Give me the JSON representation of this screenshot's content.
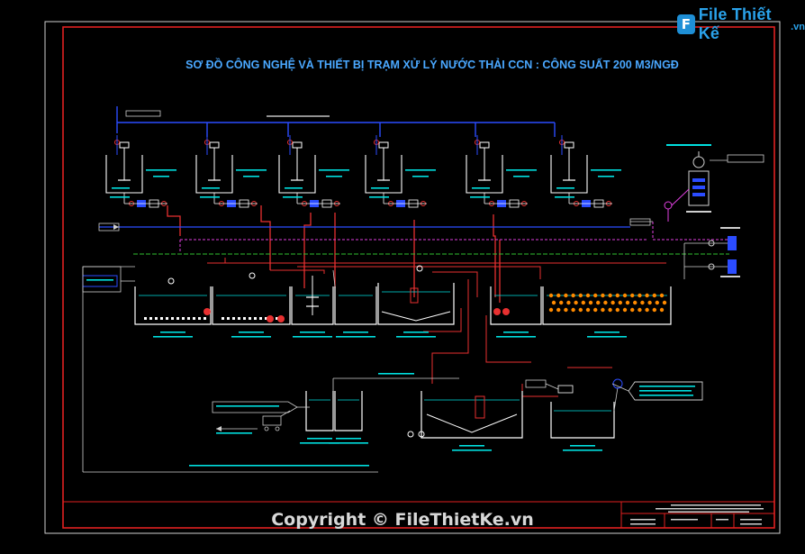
{
  "title": "SƠ ĐỒ CÔNG NGHỆ VÀ THIẾT BỊ TRẠM XỬ LÝ NƯỚC THẢI CCN : CÔNG SUẤT 200 M3/NGĐ",
  "watermark": {
    "brand": "File Thiết Kế",
    "suffix": ".vn",
    "box_letter": "F"
  },
  "copyright": "Copyright © FileThietKe.vn",
  "colors": {
    "frame": "#e02020",
    "title": "#4aa8ff",
    "pipe_blue": "#2b4cff",
    "pipe_red": "#e83030",
    "pipe_magenta": "#e040e0",
    "pipe_green": "#30c030",
    "tank": "#ffffff",
    "label": "#00e0e0",
    "bubble": "#ff8a00"
  }
}
